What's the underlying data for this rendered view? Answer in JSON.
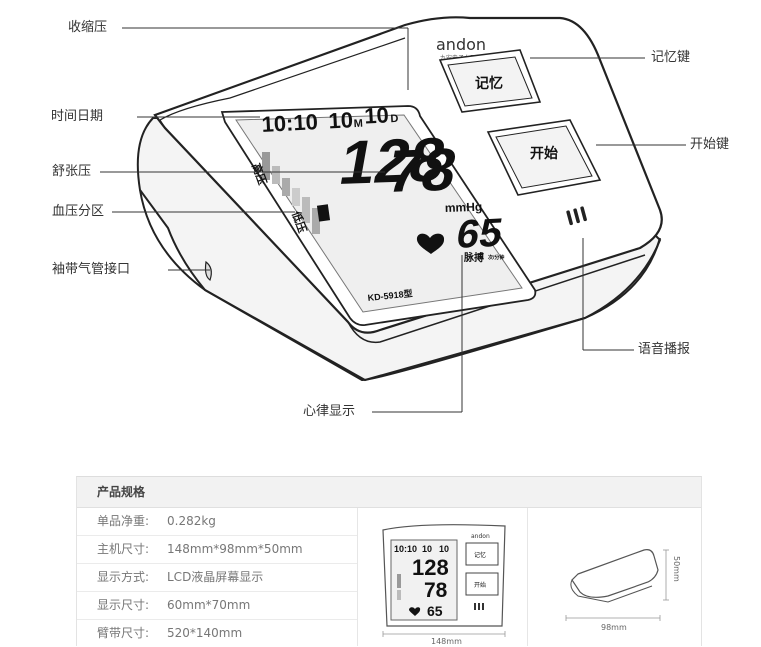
{
  "callouts": {
    "systolic": "收缩压",
    "datetime": "时间日期",
    "diastolic": "舒张压",
    "bp_zone": "血压分区",
    "cuff_port": "袖带气管接口",
    "memory_key": "记忆键",
    "start_key": "开始键",
    "voice": "语音播报",
    "heart_rhythm": "心律显示"
  },
  "device": {
    "brand": "andon",
    "brand_sub": "九安电子血压计",
    "memory_button": "记忆",
    "start_button": "开始",
    "model": "KD-5918型",
    "lcd": {
      "time": "10:10",
      "month": "10",
      "month_unit": "M",
      "day": "10",
      "day_unit": "D",
      "systolic": "128",
      "diastolic": "78",
      "unit": "mmHg",
      "pulse": "65",
      "pulse_label": "脉搏",
      "pulse_unit": "次/分钟",
      "high_label": "高压",
      "low_label": "低压"
    }
  },
  "specs": {
    "title": "产品规格",
    "rows": [
      {
        "key": "单品净重:",
        "value": "0.282kg"
      },
      {
        "key": "主机尺寸:",
        "value": "148mm*98mm*50mm"
      },
      {
        "key": "显示方式:",
        "value": "LCD液晶屏幕显示"
      },
      {
        "key": "显示尺寸:",
        "value": "60mm*70mm"
      },
      {
        "key": "臂带尺寸:",
        "value": "520*140mm"
      }
    ],
    "front_width": "148mm",
    "side_depth": "98mm",
    "side_height": "50mm"
  }
}
